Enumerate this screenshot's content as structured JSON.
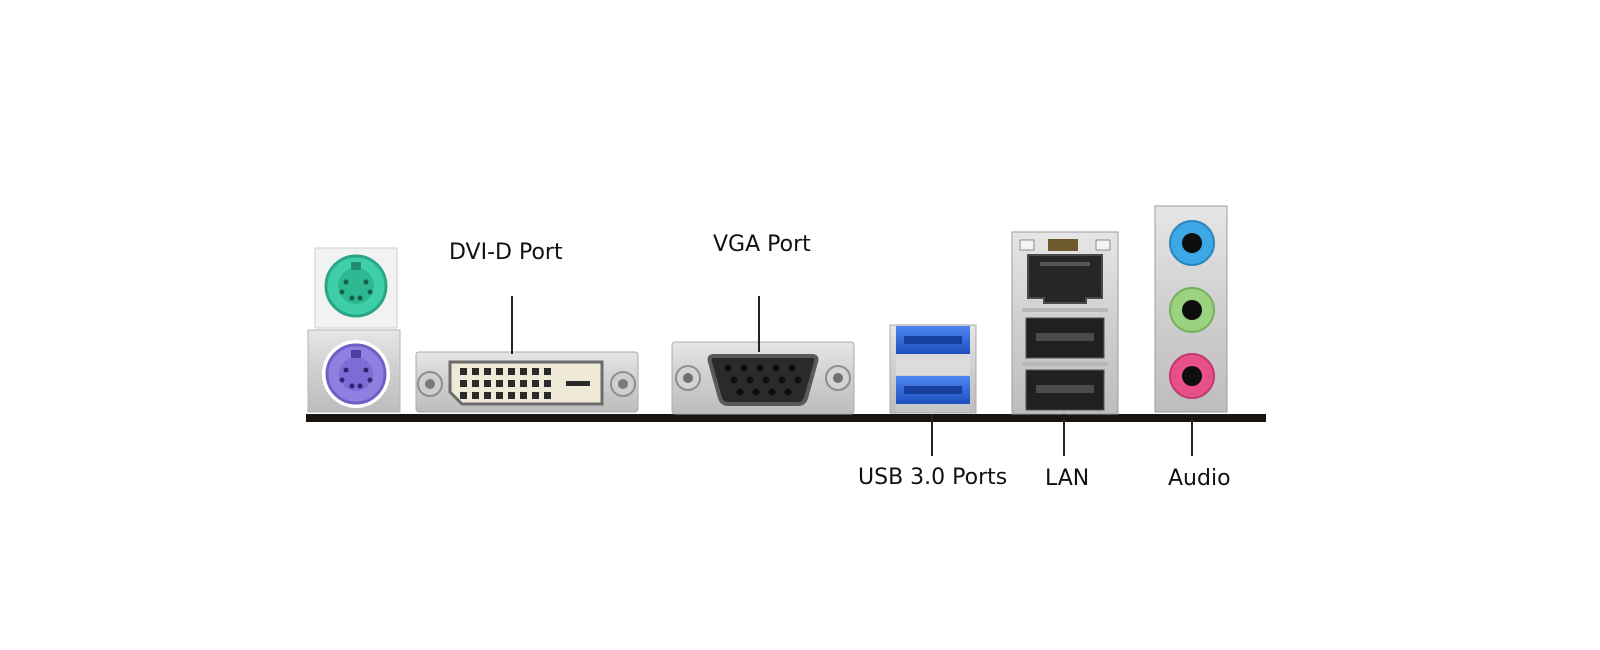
{
  "labels": {
    "dvi": "DVI-D Port",
    "vga": "VGA Port",
    "usb": "USB 3.0 Ports",
    "lan": "LAN",
    "audio": "Audio"
  },
  "colors": {
    "ps2_mouse": "#3ecfa8",
    "ps2_keyboard": "#8f7fe0",
    "usb3_blue": "#2a62d8",
    "audio_line_in": "#3ca8e6",
    "audio_line_out": "#9ad27f",
    "audio_mic": "#e8508a",
    "pcb": "#1a1410",
    "metal": "#d6d6d6",
    "dvi_body": "#efe9d8"
  }
}
